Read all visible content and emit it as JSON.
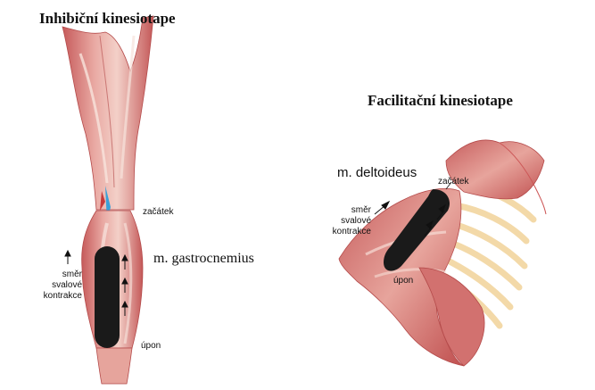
{
  "left_panel": {
    "title": "Inhibiční kinesiotape",
    "muscle_label": "m. gastrocnemius",
    "origin_label": "začátek",
    "insertion_label": "úpon",
    "direction_label": [
      "směr",
      "svalové",
      "kontrakce"
    ]
  },
  "right_panel": {
    "title": "Facilitační kinesiotape",
    "muscle_label": "m. deltoideus",
    "origin_label": "začátek",
    "insertion_label": "úpon",
    "direction_label": [
      "směr",
      "svalové",
      "kontrakce"
    ]
  },
  "colors": {
    "muscle": "#d98a8a",
    "muscle_dark": "#b84a4a",
    "tape": "#1a1a1a",
    "rib": "#f3d9a8",
    "tendon_blue": "#3aa0d8"
  }
}
